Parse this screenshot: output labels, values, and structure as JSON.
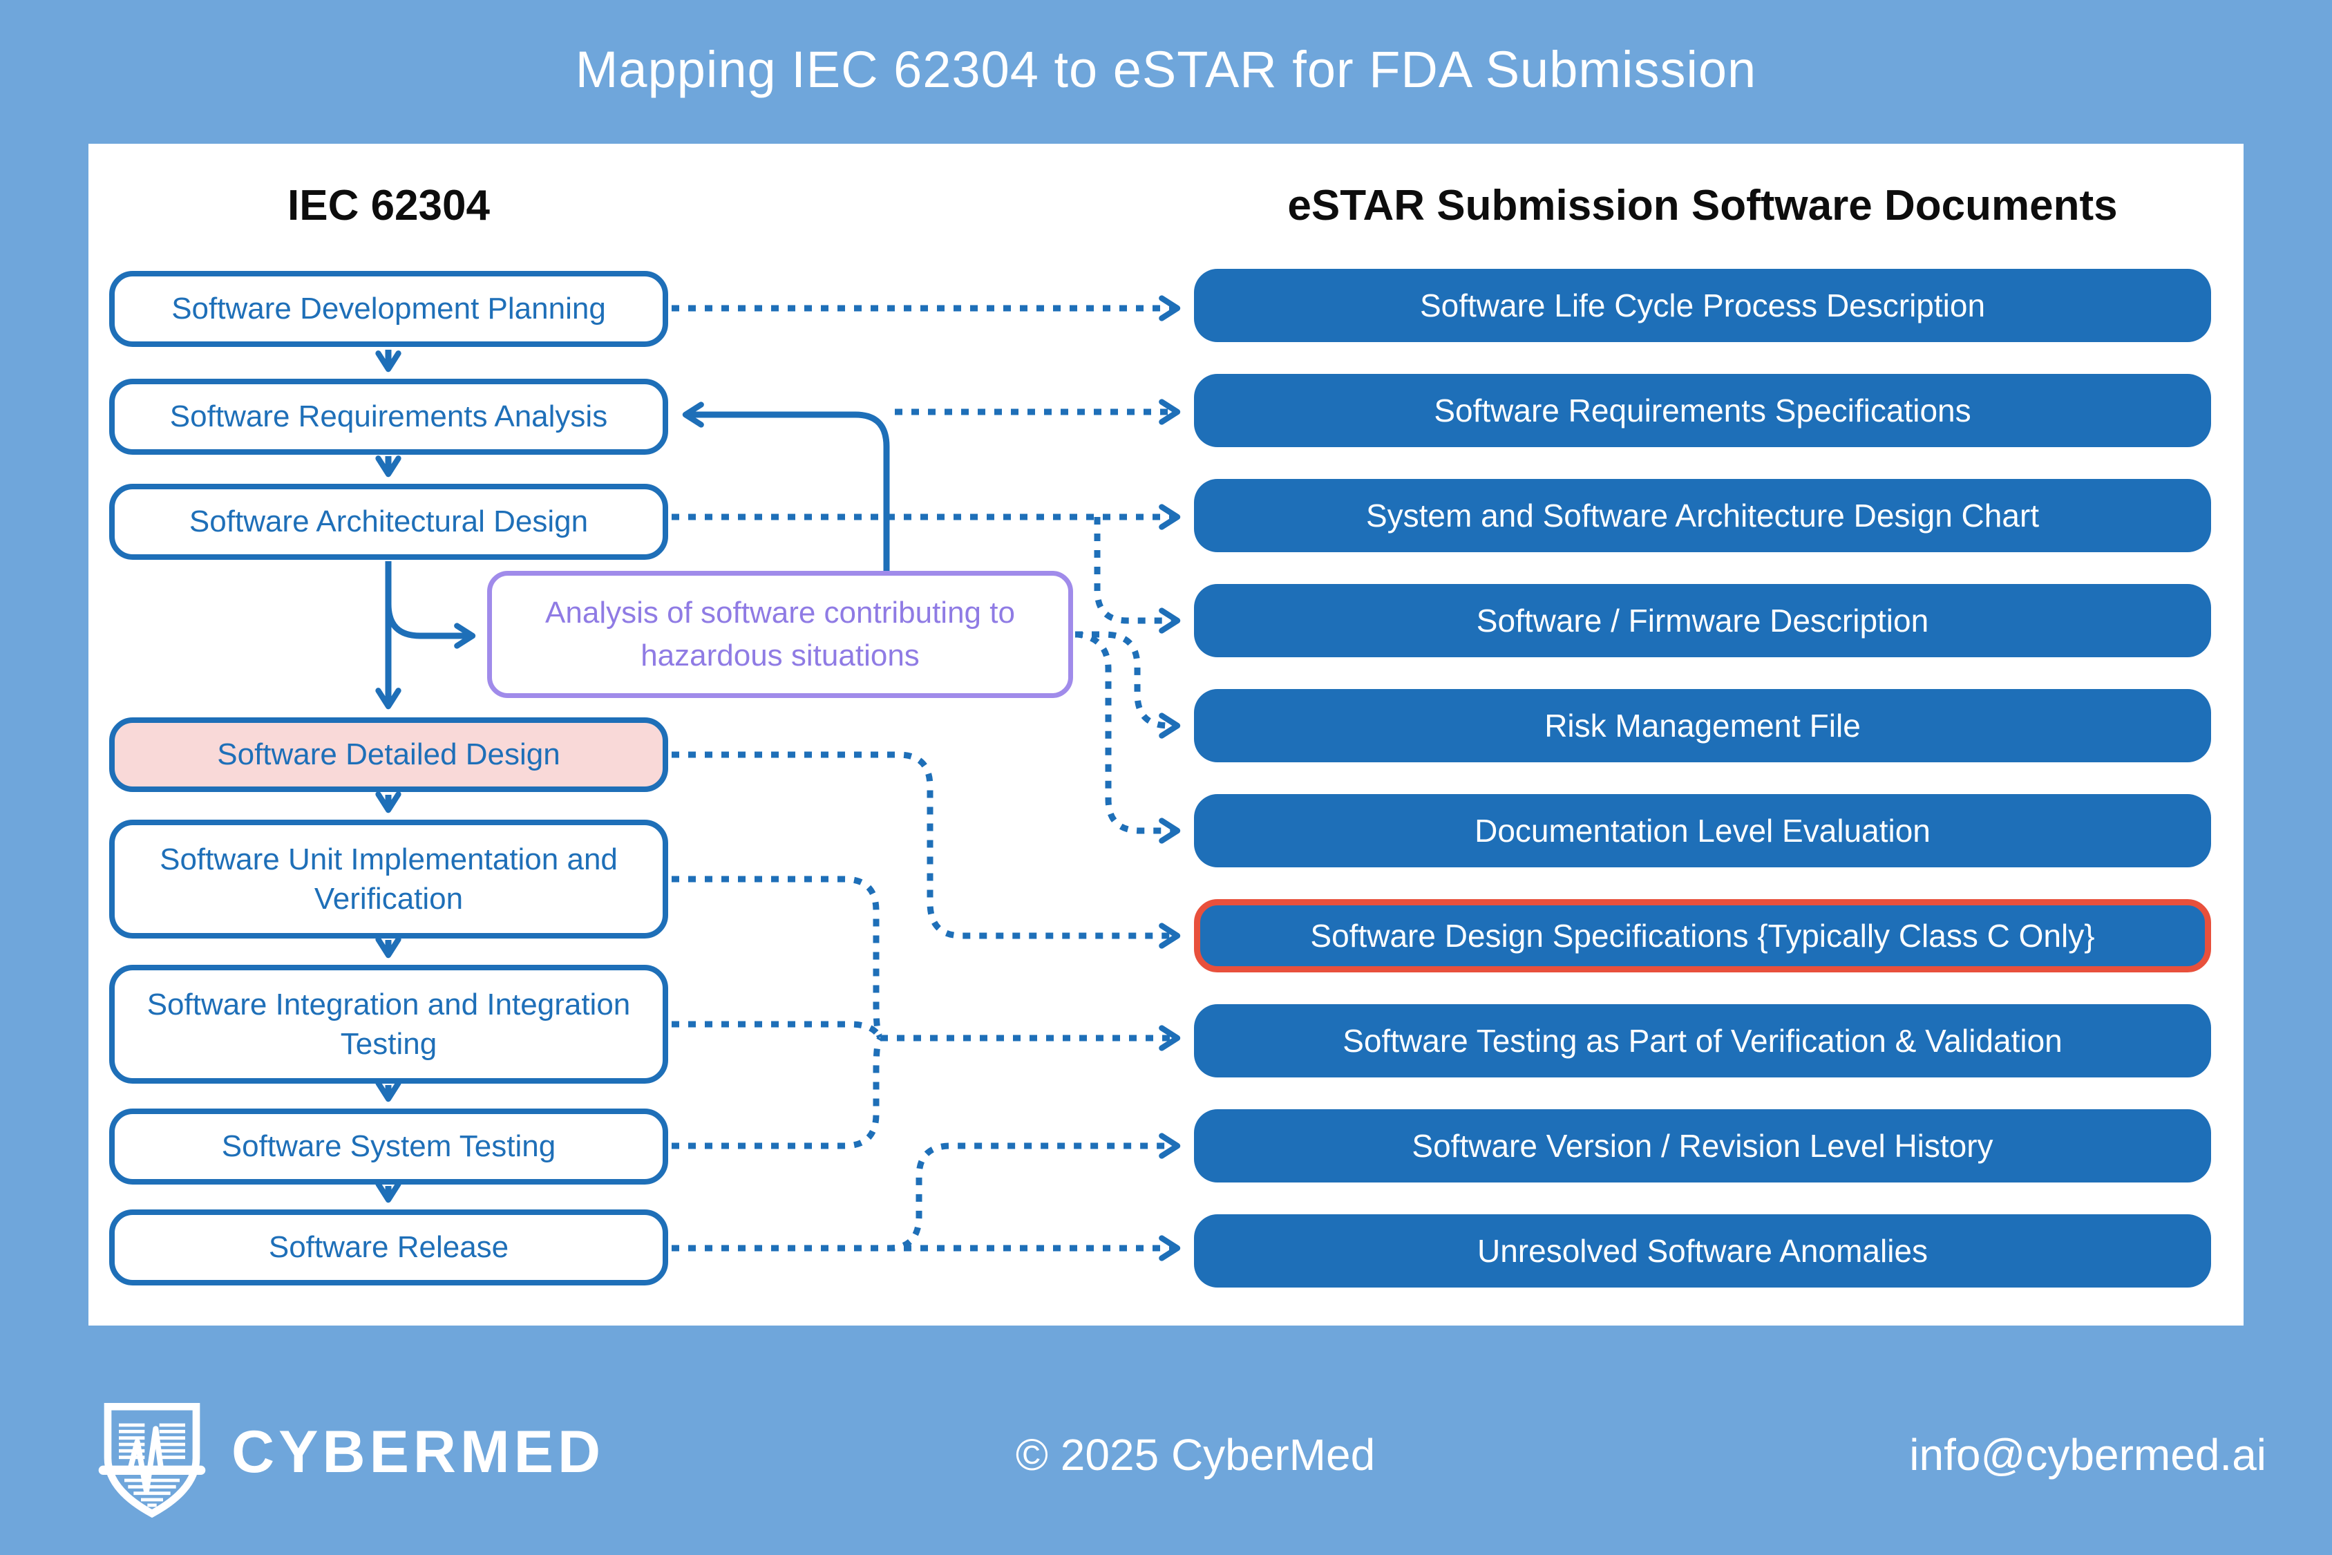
{
  "title": "Mapping IEC 62304 to eSTAR for FDA Submission",
  "columns": {
    "left_header": "IEC 62304",
    "right_header": "eSTAR Submission Software Documents"
  },
  "left_flow": {
    "boxes": [
      "Software Development Planning",
      "Software Requirements Analysis",
      "Software Architectural Design",
      "Software Detailed Design",
      "Software Unit Implementation and Verification",
      "Software Integration and Integration Testing",
      "Software System Testing",
      "Software Release"
    ],
    "hazard_label": "Analysis of software contributing to hazardous situations",
    "highlighted_box": "Software Detailed Design"
  },
  "right_docs": {
    "boxes": [
      "Software Life Cycle Process Description",
      "Software Requirements Specifications",
      "System and Software Architecture Design Chart",
      "Software / Firmware Description",
      "Risk Management File",
      "Documentation Level Evaluation",
      "Software Design Specifications {Typically Class C Only}",
      "Software Testing as Part of Verification & Validation",
      "Software Version / Revision Level History",
      "Unresolved Software Anomalies"
    ],
    "highlighted_box": "Software Design Specifications {Typically Class C Only}"
  },
  "footer": {
    "brand": "CYBERMED",
    "copyright": "© 2025 CyberMed",
    "email": "info@cybermed.ai"
  },
  "colors": {
    "background": "#6FA6DB",
    "panel": "#FFFFFF",
    "blue": "#1E6FB8",
    "purple_border": "#A08BEA",
    "purple_text": "#8F7BE4",
    "pink_fill": "#F9D9D8",
    "red_accent": "#E8503C"
  }
}
